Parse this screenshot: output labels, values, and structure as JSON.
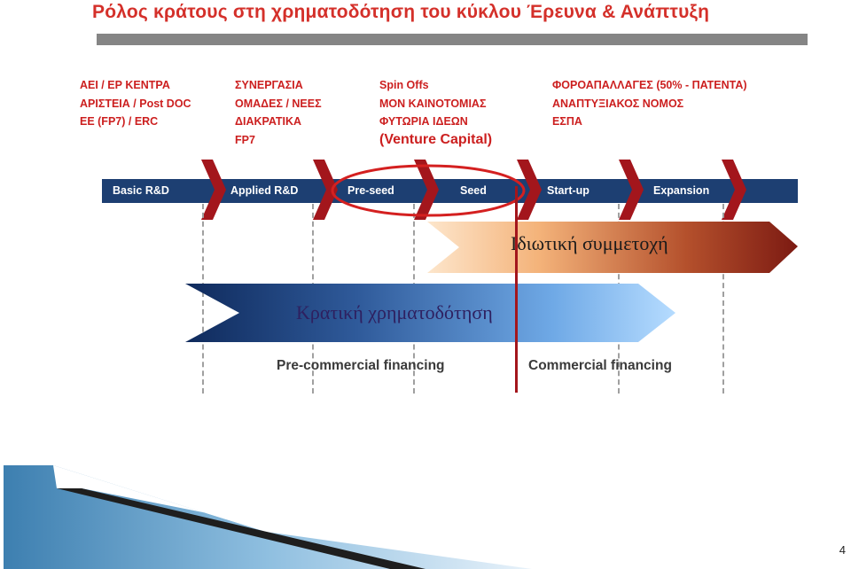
{
  "title": "Ρόλος κράτους στη χρηματοδότηση του κύκλου Έρευνα & Ανάπτυξη",
  "columns": [
    {
      "lines": [
        "ΑΕΙ / ΕΡ ΚΕΝΤΡΑ",
        "ΑΡΙΣΤΕΙΑ / Post DOC",
        "ΕΕ (FP7) / ERC"
      ]
    },
    {
      "lines": [
        "ΣΥΝΕΡΓΑΣΙΑ",
        "ΟΜΑΔΕΣ / ΝΕΕΣ",
        "ΔΙΑΚΡΑΤΙΚΑ",
        "FP7"
      ]
    },
    {
      "lines": [
        "Spin Offs",
        "ΜΟΝ ΚΑΙΝΟΤΟΜΙΑΣ",
        "ΦΥΤΩΡΙΑ ΙΔΕΩΝ"
      ],
      "extra": "(Venture Capital)"
    },
    {
      "lines": [
        "ΦΟΡΟΑΠΑΛΛΑΓΕΣ (50% - ΠΑΤΕΝΤΑ)",
        "ΑΝΑΠΤΥΞΙΑΚΟΣ ΝΟΜΟΣ",
        "ΕΣΠΑ"
      ]
    }
  ],
  "stages": [
    "Basic R&D",
    "Applied R&D",
    "Pre-seed",
    "Seed",
    "Start-up",
    "Expansion"
  ],
  "private_participation": "Ιδιωτική συμμετοχή",
  "state_funding": "Κρατική χρηματοδότηση",
  "pre_commercial": "Pre-commercial financing",
  "commercial": "Commercial financing",
  "page_number": "4",
  "colors": {
    "title": "#d4302a",
    "stage_bar": "#1d3f72",
    "chevron": "#a3161c",
    "highlight_circle": "#d42020",
    "private_gradient_start": "#fbd9b5",
    "private_gradient_end": "#7c1a12",
    "state_gradient_start": "#0f2a5c",
    "state_gradient_end": "#a8d4ff"
  }
}
